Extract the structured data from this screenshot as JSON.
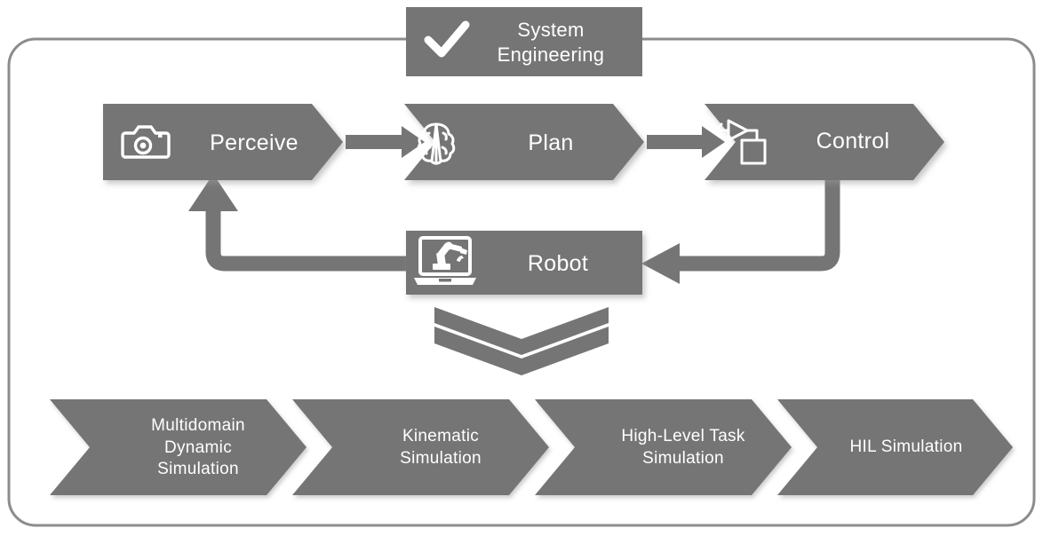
{
  "diagram": {
    "title_block": {
      "label": "System\nEngineering",
      "icon": "check-icon"
    },
    "outer_frame": {
      "name": "rounded-container",
      "border_color": "#8c8c8c"
    },
    "pipeline": [
      {
        "label": "Perceive",
        "icon": "camera-icon"
      },
      {
        "label": "Plan",
        "icon": "brain-icon"
      },
      {
        "label": "Control",
        "icon": "control-block-diagram-icon"
      }
    ],
    "connectors": [
      {
        "name": "arrow-perceive-to-plan",
        "direction": "right"
      },
      {
        "name": "arrow-plan-to-control",
        "direction": "right"
      },
      {
        "name": "arrow-control-to-robot",
        "direction": "down-left"
      },
      {
        "name": "arrow-robot-to-perceive",
        "direction": "left-up"
      }
    ],
    "robot_block": {
      "label": "Robot",
      "icon": "laptop-robot-arm-icon"
    },
    "chevron_stack": {
      "name": "down-chevron-stack",
      "count": 3,
      "direction": "down"
    },
    "simulation_band": [
      {
        "label": "Multidomain\nDynamic\nSimulation"
      },
      {
        "label": "Kinematic\nSimulation"
      },
      {
        "label": "High-Level Task\nSimulation"
      },
      {
        "label": "HIL Simulation"
      }
    ],
    "colors": {
      "fill_gray": "#757575",
      "fill_gray_band": "#757575",
      "frame_gray": "#8c8c8c",
      "text_white": "#ffffff",
      "background": "#ffffff"
    }
  }
}
